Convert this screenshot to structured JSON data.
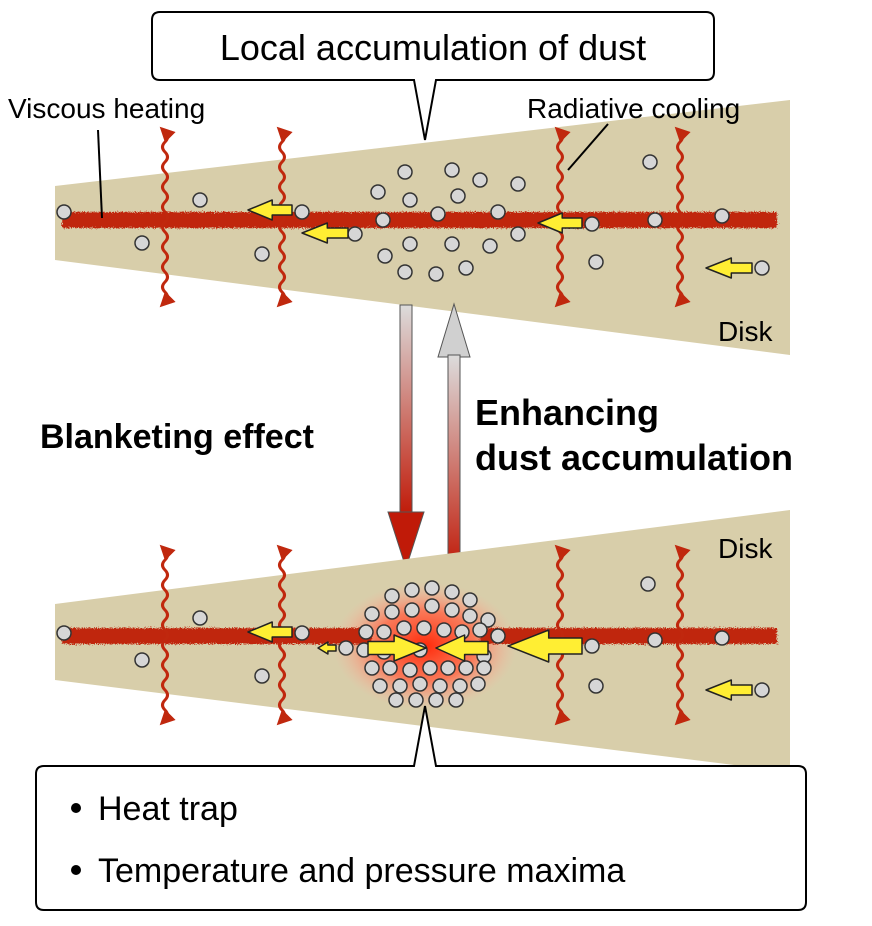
{
  "callout_top": {
    "text": "Local accumulation of dust"
  },
  "labels": {
    "viscous_heating": "Viscous heating",
    "radiative_cooling": "Radiative cooling",
    "disk_top": "Disk",
    "disk_bottom": "Disk",
    "blanketing": "Blanketing effect",
    "enhancing_line1": "Enhancing",
    "enhancing_line2": "dust accumulation"
  },
  "callout_bottom": {
    "items": [
      "Heat trap",
      "Temperature and pressure maxima"
    ]
  },
  "colors": {
    "disk": "#d8ceaa",
    "heating": "#c0280e",
    "arrow_yellow": "#ffee33",
    "dust": "#d6d6d6",
    "hot_spot": "#ff3010"
  }
}
